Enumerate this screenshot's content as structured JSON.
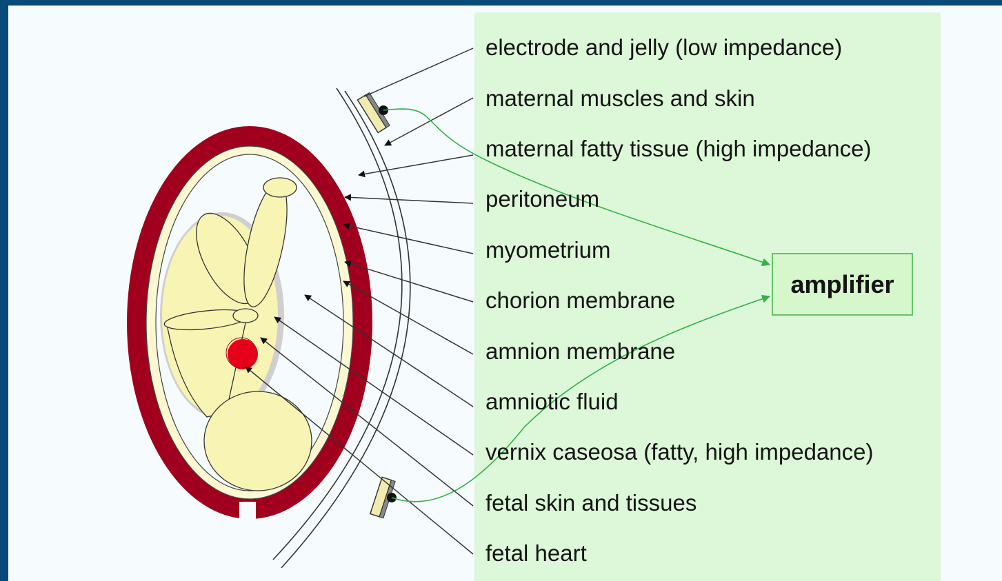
{
  "labels": [
    "electrode and jelly (low impedance)",
    "maternal muscles and skin",
    "maternal fatty tissue (high impedance)",
    "peritoneum",
    "myometrium",
    "chorion membrane",
    "amnion membrane",
    "amniotic fluid",
    "vernix caseosa (fatty, high impedance)",
    "fetal skin and tissues",
    "fetal heart"
  ],
  "amplifier_label": "amplifier",
  "colors": {
    "background_frame": "#0a4a78",
    "slide_background": "#f6fcfe",
    "label_panel": "#ddf8d8",
    "myometrium": "#a0001e",
    "fetus": "#f8f4b4",
    "fetal_heart": "#e8001a",
    "wires": "#33b04a",
    "amplifier_fill": "#d6f6cc",
    "amplifier_border": "#66c266"
  }
}
